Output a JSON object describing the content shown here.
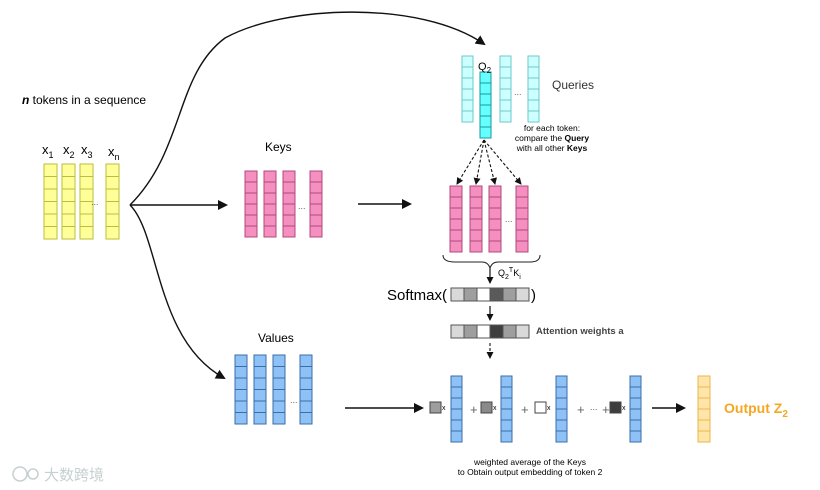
{
  "tokens": {
    "caption_bold": "n",
    "caption_rest": " tokens in a sequence",
    "labels": [
      {
        "base": "x",
        "sub": "1"
      },
      {
        "base": "x",
        "sub": "2"
      },
      {
        "base": "x",
        "sub": "3"
      },
      {
        "base": "x",
        "sub": "n"
      }
    ],
    "ellipsis": "..."
  },
  "keys": {
    "title": "Keys",
    "ellipsis": "..."
  },
  "values": {
    "title": "Values",
    "ellipsis": "..."
  },
  "queries": {
    "title": "Queries",
    "q_label_base": "Q",
    "q_label_sub": "2",
    "ellipsis": "...",
    "note_line1": "for each token:",
    "note_line2_pre": "compare the ",
    "note_line2_bold": "Query",
    "note_line3_pre": "with all other ",
    "note_line3_bold": "Keys"
  },
  "score": {
    "q_base": "Q",
    "q_sub": "2",
    "t_sup": "T",
    "k_base": "K",
    "k_sub": "i"
  },
  "softmax": {
    "label": "Softmax(",
    "close": ")",
    "cell_colors": [
      "#d9d9d9",
      "#9e9e9e",
      "#ffffff",
      "#5a5a5a",
      "#9e9e9e",
      "#d9d9d9"
    ]
  },
  "attention": {
    "label": "Attention weights a",
    "cell_colors": [
      "#d9d9d9",
      "#9e9e9e",
      "#ffffff",
      "#3e3e3e",
      "#9e9e9e",
      "#d9d9d9"
    ]
  },
  "weighted": {
    "times": "x",
    "plus": "+",
    "ellipsis": "...",
    "weight_colors": [
      "#9e9e9e",
      "#8a8a8a",
      "#ffffff",
      "#3e3e3e"
    ],
    "caption_line1": "weighted average of the Keys",
    "caption_line2": "to Obtain output embedding of token 2"
  },
  "output": {
    "label_base": "Output Z",
    "label_sub": "2",
    "color": "#f5a623"
  },
  "colors": {
    "token_fill": "#ffff99",
    "token_stroke": "#bdbd3a",
    "key_fill": "#f48fbf",
    "key_stroke": "#b04a7e",
    "query_fill": "#ccffff",
    "query_stroke": "#6ec9c9",
    "query_active": "#66ffff",
    "value_fill": "#8ec1f5",
    "value_stroke": "#3a6ea8",
    "output_fill": "#ffe6a8",
    "output_stroke": "#e8b54b"
  },
  "watermark": "大数跨境"
}
